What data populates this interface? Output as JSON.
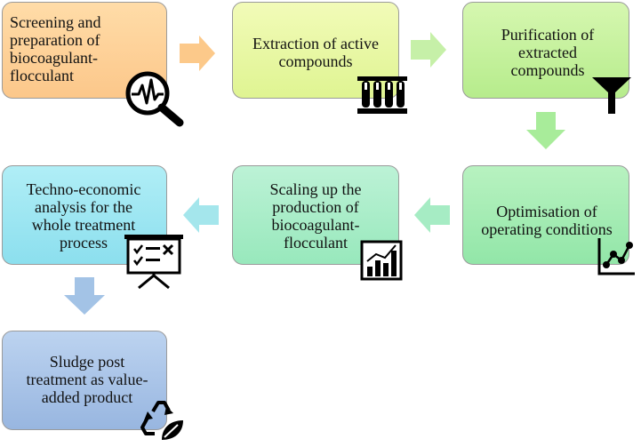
{
  "steps": [
    {
      "label": "Screening and preparation of biocoagulant-flocculant",
      "icon": "magnifier-pulse-icon",
      "color": "#ffcf90"
    },
    {
      "label": "Extraction of active compounds",
      "icon": "test-tubes-icon",
      "color": "#e8f7a0"
    },
    {
      "label": "Purification of extracted compounds",
      "icon": "funnel-icon",
      "color": "#c3f09a"
    },
    {
      "label": "Optimisation of operating conditions",
      "icon": "line-chart-icon",
      "color": "#a3ecb0"
    },
    {
      "label": "Scaling up the production of biocoagulant-flocculant",
      "icon": "bar-chart-icon",
      "color": "#a6edc8"
    },
    {
      "label": "Techno-economic analysis for the whole treatment process",
      "icon": "presentation-board-icon",
      "color": "#9ae3ef"
    },
    {
      "label": "Sludge post treatment as value-added product",
      "icon": "recycle-leaf-icon",
      "color": "#a9c6ea"
    }
  ],
  "arrow_colors": [
    "#fcc98a",
    "#c6f0a8",
    "#a8ec9a",
    "#a6ecc4",
    "#a4e6ec",
    "#a3c3e6"
  ]
}
